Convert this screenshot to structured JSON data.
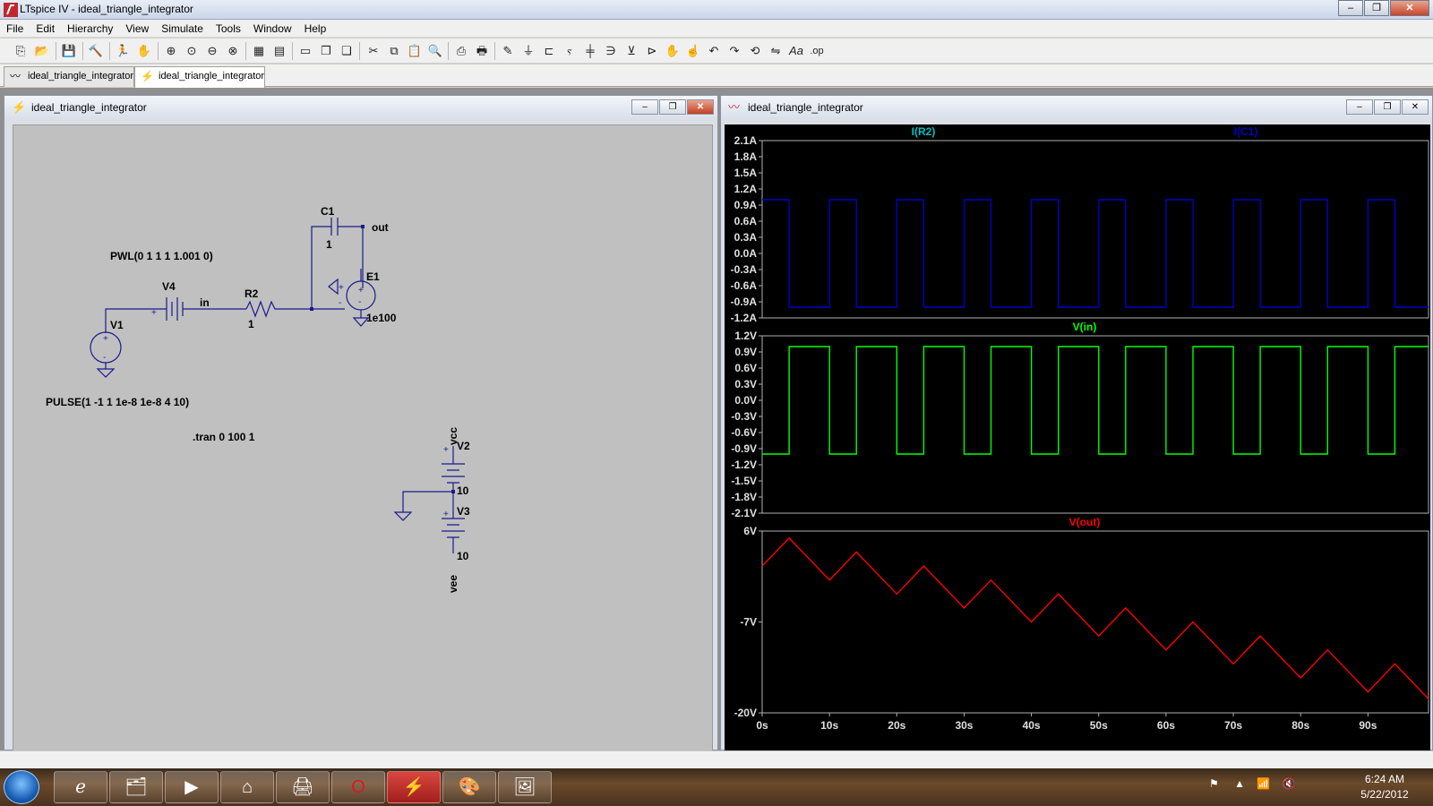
{
  "app": {
    "title": "LTspice IV - ideal_triangle_integrator"
  },
  "menu": [
    "File",
    "Edit",
    "Hierarchy",
    "View",
    "Simulate",
    "Tools",
    "Window",
    "Help"
  ],
  "tabs": [
    {
      "label": "ideal_triangle_integrator",
      "kind": "waveform"
    },
    {
      "label": "ideal_triangle_integrator",
      "kind": "schematic",
      "active": true
    }
  ],
  "schematic_window": {
    "title": "ideal_triangle_integrator",
    "labels": {
      "c1_name": "C1",
      "c1_value": "1",
      "out_net": "out",
      "pwl": "PWL(0 1 1 1 1.001 0)",
      "v4_name": "V4",
      "in_net": "in",
      "r2_name": "R2",
      "r2_value": "1",
      "e1_name": "E1",
      "e1_value": "1e100",
      "v1_name": "V1",
      "pulse": "PULSE(1 -1 1 1e-8 1e-8 4 10)",
      "tran": ".tran 0 100 1",
      "vcc_net": "vcc",
      "v2_name": "V2",
      "v2_value": "10",
      "v3_name": "V3",
      "v3_value": "10",
      "vee_net": "vee",
      "plus": "+",
      "minus": "-"
    }
  },
  "waveform_window": {
    "title": "ideal_triangle_integrator"
  },
  "chart_data": [
    {
      "type": "line",
      "title": "",
      "series": [
        {
          "name": "I(R2)",
          "color": "#00c0c0",
          "values": []
        },
        {
          "name": "I(C1)",
          "color": "#0000c8",
          "x": [
            0,
            4,
            4,
            10,
            10,
            14,
            14,
            20,
            20,
            24,
            24,
            30,
            30,
            34,
            34,
            40,
            40,
            44,
            44,
            50,
            50,
            54,
            54,
            60,
            60,
            64,
            64,
            70,
            70,
            74,
            74,
            80,
            80,
            84,
            84,
            90,
            90,
            94,
            94,
            99
          ],
          "values": [
            1,
            1,
            -1,
            -1,
            1,
            1,
            -1,
            -1,
            1,
            1,
            -1,
            -1,
            1,
            1,
            -1,
            -1,
            1,
            1,
            -1,
            -1,
            1,
            1,
            -1,
            -1,
            1,
            1,
            -1,
            -1,
            1,
            1,
            -1,
            -1,
            1,
            1,
            -1,
            -1,
            1,
            1,
            -1,
            -1
          ]
        }
      ],
      "y_ticks": [
        "2.1A",
        "1.8A",
        "1.5A",
        "1.2A",
        "0.9A",
        "0.6A",
        "0.3A",
        "0.0A",
        "-0.3A",
        "-0.6A",
        "-0.9A",
        "-1.2A"
      ],
      "ylim": [
        -1.2,
        2.1
      ],
      "xlim": [
        0,
        99
      ]
    },
    {
      "type": "line",
      "series": [
        {
          "name": "V(in)",
          "color": "#00ff00",
          "x": [
            0,
            4,
            4,
            10,
            10,
            14,
            14,
            20,
            20,
            24,
            24,
            30,
            30,
            34,
            34,
            40,
            40,
            44,
            44,
            50,
            50,
            54,
            54,
            60,
            60,
            64,
            64,
            70,
            70,
            74,
            74,
            80,
            80,
            84,
            84,
            90,
            90,
            94,
            94,
            99
          ],
          "values": [
            -1,
            -1,
            1,
            1,
            -1,
            -1,
            1,
            1,
            -1,
            -1,
            1,
            1,
            -1,
            -1,
            1,
            1,
            -1,
            -1,
            1,
            1,
            -1,
            -1,
            1,
            1,
            -1,
            -1,
            1,
            1,
            -1,
            -1,
            1,
            1,
            -1,
            -1,
            1,
            1,
            -1,
            -1,
            1,
            1
          ]
        }
      ],
      "y_ticks": [
        "1.2V",
        "0.9V",
        "0.6V",
        "0.3V",
        "0.0V",
        "-0.3V",
        "-0.6V",
        "-0.9V",
        "-1.2V",
        "-1.5V",
        "-1.8V",
        "-2.1V"
      ],
      "ylim": [
        -2.1,
        1.2
      ],
      "xlim": [
        0,
        99
      ]
    },
    {
      "type": "line",
      "series": [
        {
          "name": "V(out)",
          "color": "#ff0000",
          "x": [
            0,
            4,
            10,
            14,
            20,
            24,
            30,
            34,
            40,
            44,
            50,
            54,
            60,
            64,
            70,
            74,
            80,
            84,
            90,
            94,
            99
          ],
          "values": [
            1,
            5,
            -1,
            3,
            -3,
            1,
            -5,
            -1,
            -7,
            -3,
            -9,
            -5,
            -11,
            -7,
            -13,
            -9,
            -15,
            -11,
            -17,
            -13,
            -18
          ]
        }
      ],
      "y_ticks": [
        "6V",
        "-7V",
        "-20V"
      ],
      "ylim": [
        -20,
        6
      ],
      "xlim": [
        0,
        99
      ],
      "x_ticks": [
        "0s",
        "10s",
        "20s",
        "30s",
        "40s",
        "50s",
        "60s",
        "70s",
        "80s",
        "90s"
      ]
    }
  ],
  "taskbar": {
    "time": "6:24 AM",
    "date": "5/22/2012"
  }
}
